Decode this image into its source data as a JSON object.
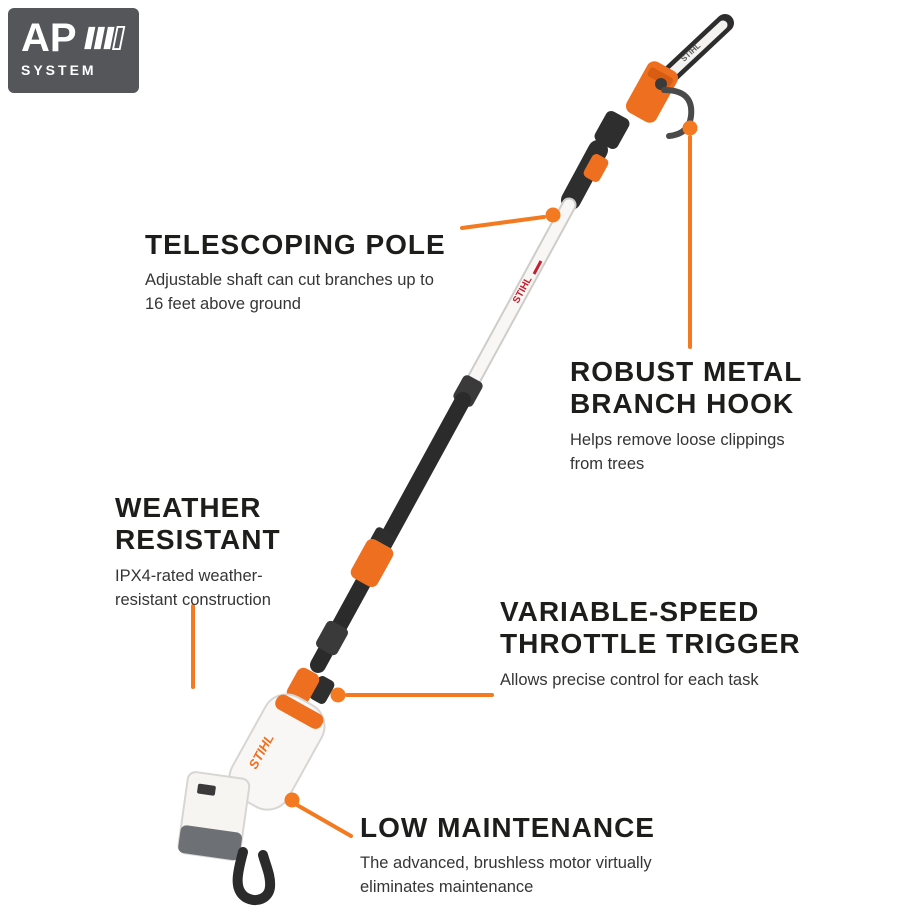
{
  "colors": {
    "accent_orange": "#F37A20",
    "product_orange": "#EE6F1F",
    "badge_bg": "#55565A",
    "heading_text": "#1D1D1B"
  },
  "badge": {
    "brand": "AP",
    "subtitle": "SYSTEM"
  },
  "product": {
    "brand": "STIHL"
  },
  "callouts": {
    "telescoping_pole": {
      "title": "TELESCOPING POLE",
      "desc_line1": "Adjustable shaft can cut branches up to",
      "desc_line2": "16 feet above ground"
    },
    "branch_hook": {
      "title_line1": "ROBUST METAL",
      "title_line2": "BRANCH HOOK",
      "desc_line1": "Helps remove loose clippings",
      "desc_line2": "from trees"
    },
    "weather_resistant": {
      "title_line1": "WEATHER",
      "title_line2": "RESISTANT",
      "desc_line1": "IPX4-rated weather-",
      "desc_line2": "resistant construction"
    },
    "throttle_trigger": {
      "title_line1": "VARIABLE-SPEED",
      "title_line2": "THROTTLE TRIGGER",
      "desc_line1": "Allows precise control for each task"
    },
    "low_maintenance": {
      "title": "LOW MAINTENANCE",
      "desc_line1": "The advanced, brushless motor virtually",
      "desc_line2": "eliminates maintenance"
    }
  }
}
